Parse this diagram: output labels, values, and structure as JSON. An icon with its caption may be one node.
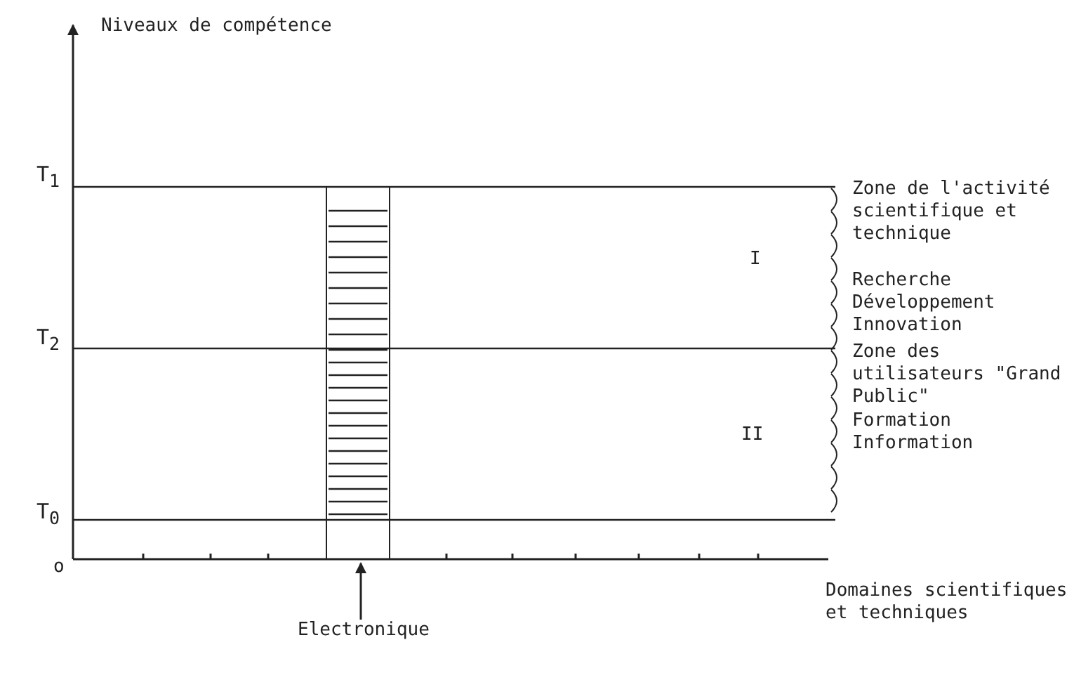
{
  "diagram": {
    "nodes": [
      {
        "text": [
          "Electronique"
        ]
      },
      {
        "text": [],
        "shape": "bar"
      }
    ],
    "edges": [
      {
        "from": 0,
        "to": 1,
        "arrow": "to"
      }
    ],
    "labels": [
      "Niveaux de compétence",
      "T$_{1}$",
      "T$_{2}$",
      "T$_{0}$",
      "o",
      "I",
      "II",
      "Zone de l'activité scientifique et technique",
      "Recherche",
      "Développement",
      "Innovation",
      "Zone des utilisateurs \"Grand Public\"",
      "Formation",
      "Information",
      "Domaines scientifiques et techniques"
    ]
  }
}
